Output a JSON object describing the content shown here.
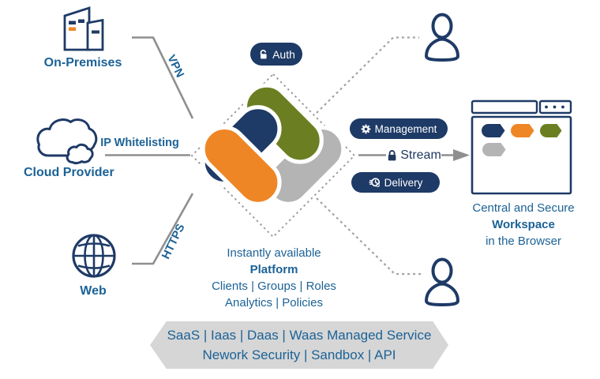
{
  "colors": {
    "navy": "#1e3a66",
    "blue_text": "#1c6296",
    "orange": "#ee8625",
    "olive_green": "#6b7f22",
    "logo_gray": "#b4b4b4",
    "line_gray": "#8f8f8f",
    "banner_bg": "#d6d6d6"
  },
  "sources": {
    "on_premises": {
      "label": "On-Premises",
      "connection": "VPN",
      "icon": "buildings-icon"
    },
    "cloud": {
      "label": "Cloud Provider",
      "connection": "IP Whitelisting",
      "icon": "cloud-icon"
    },
    "web": {
      "label": "Web",
      "connection": "HTTPS",
      "icon": "globe-icon"
    }
  },
  "platform": {
    "badge_auth": "Auth",
    "badge_management": "Management",
    "badge_stream": "Stream",
    "badge_delivery": "Delivery",
    "icons": {
      "auth": "unlock-icon",
      "management": "gear-icon",
      "stream": "lock-icon",
      "delivery": "clock-icon"
    },
    "caption": {
      "line1": "Instantly available",
      "line2": "Platform",
      "line3": "Clients | Groups | Roles",
      "line4": "Analytics | Policies"
    }
  },
  "workspace": {
    "line1": "Central and Secure",
    "line2": "Workspace",
    "line3": "in the Browser"
  },
  "banner": {
    "line1": "SaaS | Iaas | Daas | Waas Managed Service",
    "line2": "Nework Security | Sandbox | API"
  }
}
